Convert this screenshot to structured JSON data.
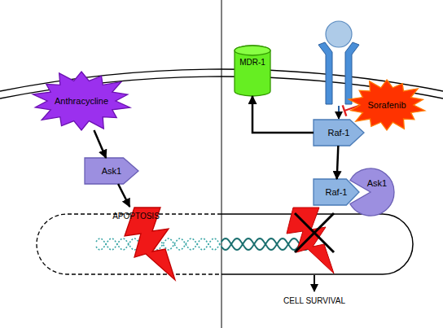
{
  "diagram": {
    "nodes": [
      {
        "text": [
          "Anthracycline"
        ]
      },
      {
        "text": [
          "Ask1"
        ]
      },
      {
        "text": [
          "APOPTOSIS"
        ]
      },
      {
        "text": [
          "MDR-1"
        ]
      },
      {
        "text": [
          "Sorafenib"
        ]
      },
      {
        "text": [
          "Raf-1"
        ]
      },
      {
        "text": [
          "Raf-1"
        ]
      },
      {
        "text": [
          "Ask1"
        ]
      }
    ],
    "edges": [
      {
        "from": 0,
        "to": 1,
        "arrow": "to"
      },
      {
        "from": 1,
        "to": 2,
        "arrow": "to"
      },
      {
        "from": 5,
        "to": 3,
        "arrow": "to"
      },
      {
        "from": 5,
        "to": 6,
        "arrow": "to"
      }
    ],
    "labels": [
      "CELL SURVIVAL"
    ]
  }
}
